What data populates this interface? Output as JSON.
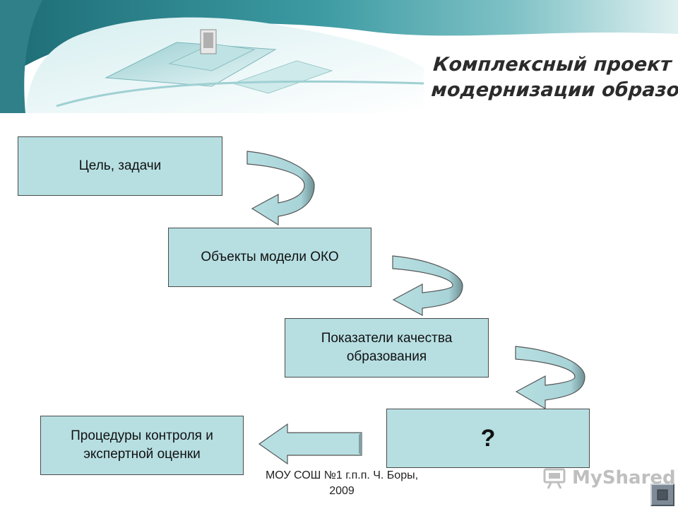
{
  "banner": {
    "title_line1": "Комплексный проект",
    "title_line2": "модернизации образования"
  },
  "flow": {
    "step1": "Цель, задачи",
    "step2": "Объекты модели ОКО",
    "step3_line1": "Показатели качества",
    "step3_line2": "образования",
    "step4": "?",
    "step5_line1": "Процедуры контроля и",
    "step5_line2": "экспертной оценки"
  },
  "footer": {
    "line1": "МОУ СОШ №1 г.п.п. Ч. Боры,",
    "line2": "2009"
  },
  "watermark": {
    "text": "MyShared",
    "icon": "projector-icon"
  },
  "nav": {
    "icon": "stop-square-icon"
  },
  "colors": {
    "box_fill": "#b7dfe2",
    "arrow_fill": "#b7dfe2",
    "banner_teal": "#3f8f97"
  }
}
